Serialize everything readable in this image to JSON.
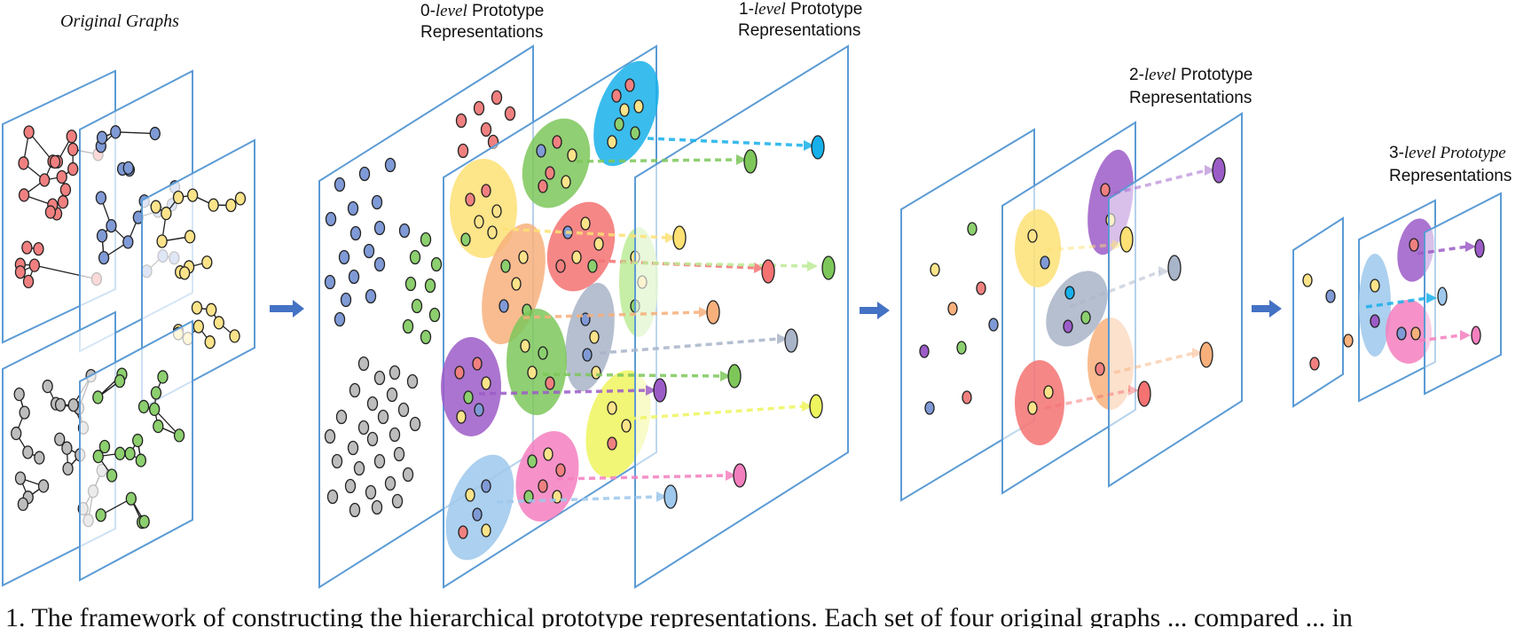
{
  "labels": {
    "original_graphs": "Original Graphs",
    "level0_prefix": "0-",
    "level0_italic": "level",
    "level0_suffix": " Prototype",
    "level1_prefix": "1-",
    "level1_italic": "level",
    "level1_suffix": " Prototype",
    "level2_prefix": "2-",
    "level2_italic": "level",
    "level2_suffix": " Prototype",
    "level3_prefix": "3-",
    "level3_italic": "level Prototype",
    "representations": "Representations"
  },
  "caption": "1. The framework of constructing the hierarchical prototype representations. Each set of four original graphs ... compared ... in",
  "colors": {
    "plane": "#5b9bd5",
    "arrow": "#4472c4",
    "red": "#f08080",
    "blue": "#7f9ad6",
    "yellow": "#fbe38a",
    "gray": "#bdbdbd",
    "green": "#8ccf6e",
    "cluster_cyan": "#17b0ea",
    "cluster_green": "#7dc75a",
    "cluster_yellow": "#fde174",
    "cluster_red": "#f47272",
    "cluster_lightgreen": "#bdeb96",
    "cluster_orange": "#f7b07c",
    "cluster_gray": "#a8b4c8",
    "cluster_purple": "#9c5cc8",
    "cluster_pink": "#f47fbf",
    "cluster_lightblue": "#9ec8ec",
    "cluster_lime": "#eef55e"
  }
}
